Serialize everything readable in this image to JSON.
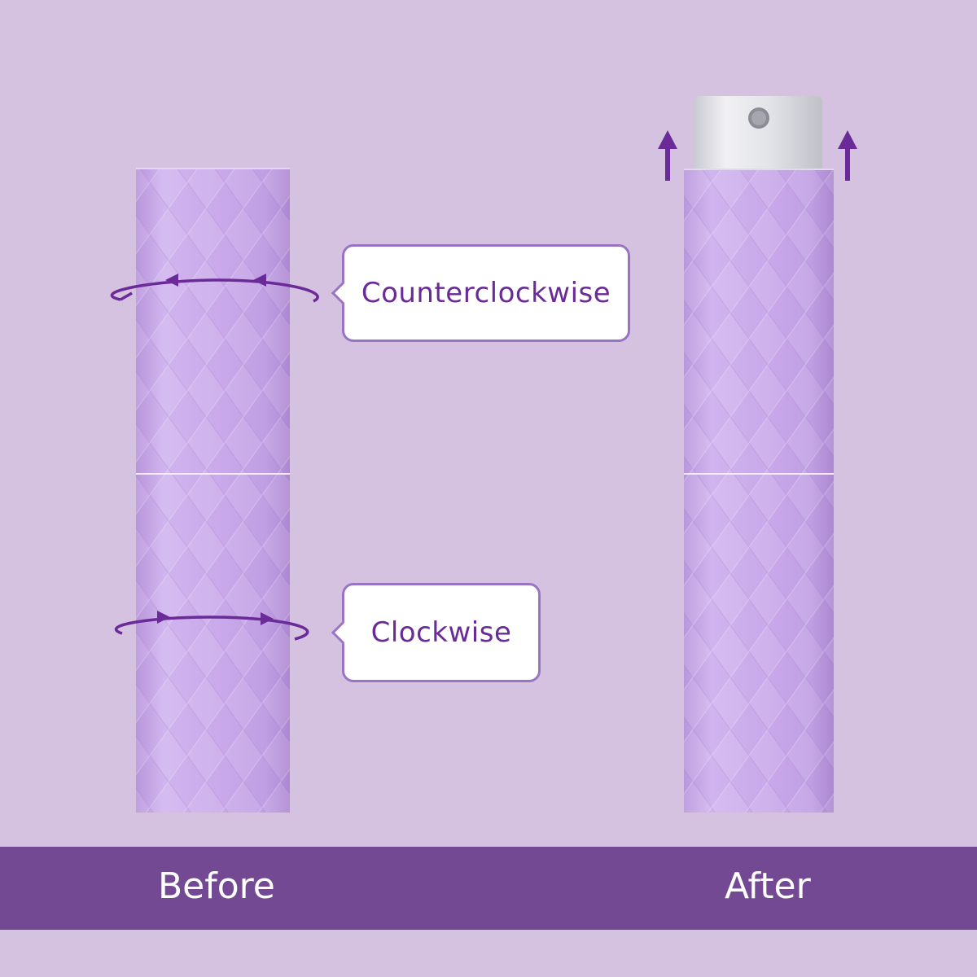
{
  "colors": {
    "background": "#d5c1e0",
    "band": "#724992",
    "accent": "#6a2a98",
    "bottle": "#c8a8e6",
    "cap": "#dcdde3"
  },
  "callouts": {
    "counterclockwise": "Counterclockwise",
    "clockwise": "Clockwise"
  },
  "labels": {
    "before": "Before",
    "after": "After"
  },
  "icons": [
    "rotate-counterclockwise-arrow-icon",
    "rotate-clockwise-arrow-icon",
    "up-arrow-icon"
  ]
}
